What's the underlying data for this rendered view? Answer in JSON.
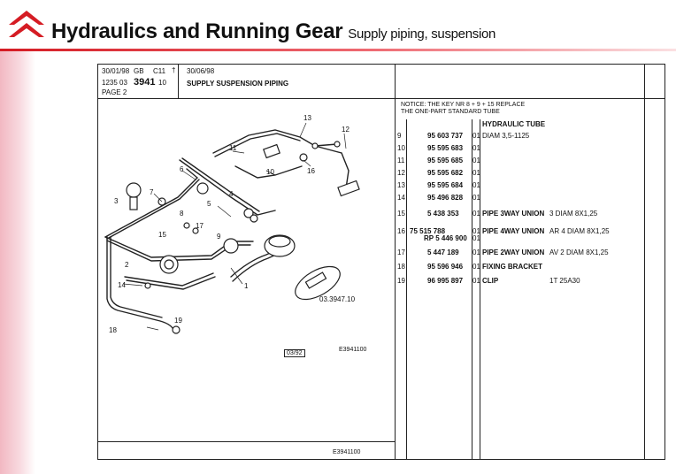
{
  "header": {
    "title": "Hydraulics and Running Gear",
    "subtitle": "Supply piping, suspension",
    "brand_color": "#d51c24",
    "logo_icon": "double-chevron-logo-icon"
  },
  "sheet": {
    "date_left": "30/01/98",
    "lang": "GB",
    "code": "C11",
    "mark": "†",
    "date_right": "30/06/98",
    "ref_prefix": "1235 03",
    "ref_number": "3941",
    "ref_suffix": "10",
    "page": "PAGE 2",
    "heading": "SUPPLY SUSPENSION PIPING",
    "notice_line1": "NOTICE: THE KEY NR 8 + 9 + 15 REPLACE",
    "notice_line2": "THE ONE-PART STANDARD TUBE",
    "parts_heading": "HYDRAULIC TUBE",
    "rows": [
      {
        "key": "9",
        "ref": "95 603 737",
        "qty": "01",
        "desc": "DIAM 3,5-1125",
        "bold": false
      },
      {
        "key": "10",
        "ref": "95 595 683",
        "qty": "01",
        "desc": "",
        "bold": false
      },
      {
        "key": "11",
        "ref": "95 595 685",
        "qty": "01",
        "desc": "",
        "bold": false
      },
      {
        "key": "12",
        "ref": "95 595 682",
        "qty": "01",
        "desc": "",
        "bold": false
      },
      {
        "key": "13",
        "ref": "95 595 684",
        "qty": "01",
        "desc": "",
        "bold": false
      },
      {
        "key": "14",
        "ref": "95 496 828",
        "qty": "01",
        "desc": "",
        "bold": false
      },
      {
        "key": "15",
        "ref": "5 438 353",
        "qty": "01",
        "desc": "PIPE 3WAY UNION",
        "desc2": "3 DIAM 8X1,25",
        "bold": true
      },
      {
        "key": "16",
        "ref": "75 515 788",
        "qty": "01",
        "desc": "PIPE 4WAY UNION",
        "desc2": "AR 4 DIAM 8X1,25",
        "bold": true
      },
      {
        "key": "",
        "ref": "RP  5 446 900",
        "qty": "01",
        "desc": "",
        "bold": false
      },
      {
        "key": "17",
        "ref": "5 447 189",
        "qty": "01",
        "desc": "PIPE 2WAY UNION",
        "desc2": "AV 2 DIAM 8X1,25",
        "bold": true
      },
      {
        "key": "18",
        "ref": "95 596 946",
        "qty": "01",
        "desc": "FIXING BRACKET",
        "bold": true
      },
      {
        "key": "19",
        "ref": "96 995 897",
        "qty": "01",
        "desc": "CLIP",
        "desc2": "1T 25A30",
        "bold": true
      }
    ],
    "diagram_ref": "03.3947.10",
    "stamp": "03/92",
    "drawing_code": "E3941100",
    "footer_code": "E3941100",
    "callouts": [
      "1",
      "2",
      "3",
      "4",
      "5",
      "6",
      "7",
      "8",
      "9",
      "10",
      "11",
      "12",
      "13",
      "14",
      "15",
      "16",
      "17",
      "18",
      "19"
    ]
  }
}
